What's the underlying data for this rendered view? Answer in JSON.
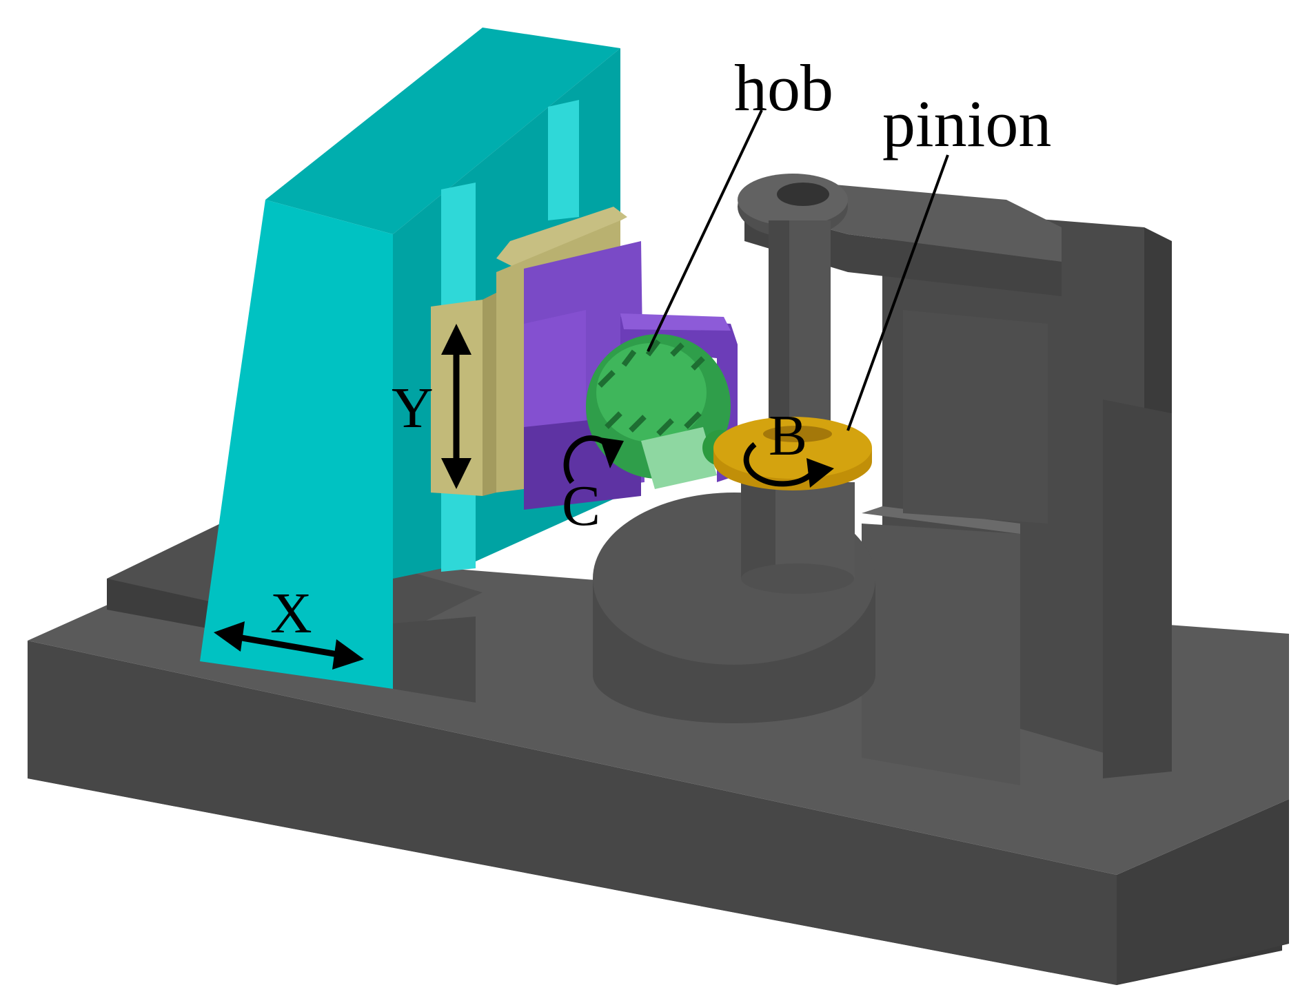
{
  "labels": {
    "hob": "hob",
    "pinion": "pinion",
    "axis_x": "X",
    "axis_y": "Y",
    "axis_c": "C",
    "axis_b": "B"
  },
  "colors": {
    "base_dark": "#3c3c3c",
    "base_mid": "#505050",
    "base_light": "#5e5e5e",
    "column_cyan": "#00b8b8",
    "column_cyan_dark": "#009a9a",
    "column_cyan_light": "#2fd6d6",
    "slide_tan": "#b8b073",
    "housing_purple": "#7a4ac6",
    "housing_purple_dark": "#5e33a3",
    "hob_green": "#2f9e4a",
    "pinion_gold": "#d4a30f",
    "annotation": "#000000"
  }
}
